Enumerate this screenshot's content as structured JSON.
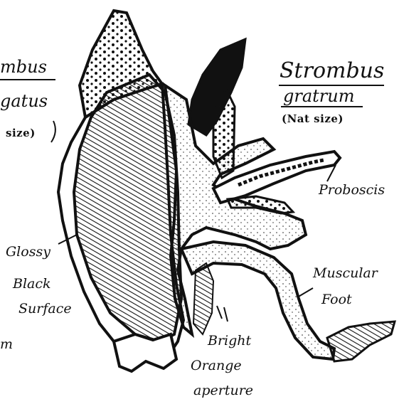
{
  "labels": {
    "left_title_1": "mbus",
    "left_title_2": "gatus",
    "left_size": "size)",
    "right_title_1": "Strombus",
    "right_title_2": "gratrum",
    "right_size": "(Nat size)",
    "proboscis": "Proboscis",
    "glossy_1": "Glossy",
    "glossy_2": "Black",
    "glossy_3": "Surface",
    "muscular_1": "Muscular",
    "muscular_2": "Foot",
    "bright_1": "Bright",
    "bright_2": "Orange",
    "bright_3": "aperture",
    "left_fragment": "m"
  },
  "colors": {
    "ink": "#111111",
    "paper": "#ffffff"
  }
}
